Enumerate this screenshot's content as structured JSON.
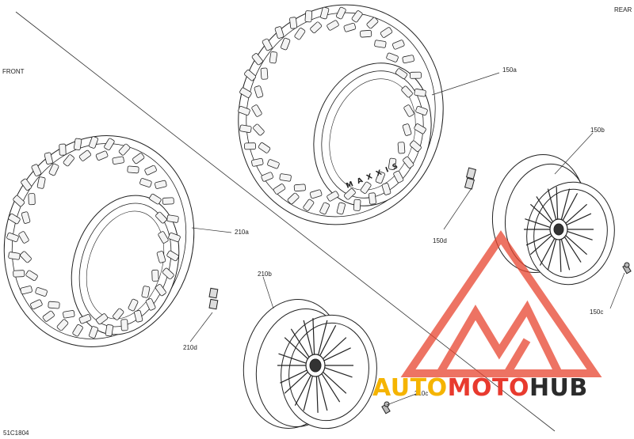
{
  "labels": {
    "front": "FRONT",
    "rear": "REAR",
    "drawing_number": "51C1804",
    "brand_on_tire": "MAXXIS",
    "parts": {
      "p150a": "150a",
      "p150b": "150b",
      "p150c": "150c",
      "p150d": "150d",
      "p210a": "210a",
      "p210b": "210b",
      "p210c": "210c",
      "p210d": "210d"
    }
  },
  "watermark": {
    "part1": "AUTO",
    "part2": "MOTO",
    "part3": "HUB",
    "color1": "#f5b400",
    "color2": "#e83a2e",
    "color3": "#2b2b2b",
    "logo_color": "#e8452f"
  }
}
